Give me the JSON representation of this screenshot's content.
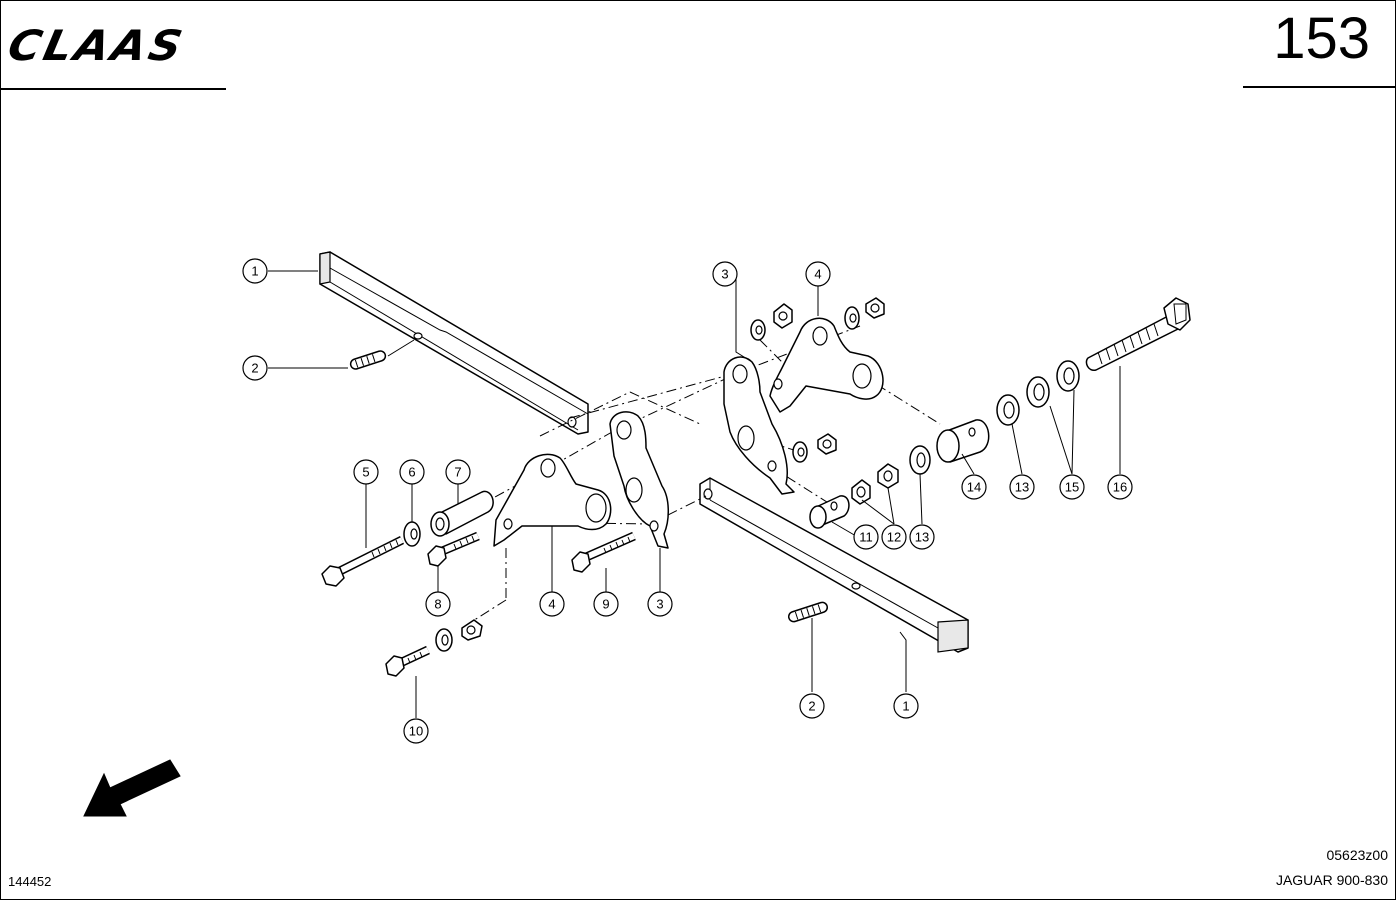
{
  "header": {
    "brand": "CLAAS",
    "page_number": "153"
  },
  "footer": {
    "doc_number": "144452",
    "drawing_code": "05623z00",
    "model": "JAGUAR 900-830"
  },
  "callouts": [
    {
      "id": "c1a",
      "label": "1"
    },
    {
      "id": "c2a",
      "label": "2"
    },
    {
      "id": "c3a",
      "label": "3"
    },
    {
      "id": "c4a",
      "label": "4"
    },
    {
      "id": "c5",
      "label": "5"
    },
    {
      "id": "c6",
      "label": "6"
    },
    {
      "id": "c7",
      "label": "7"
    },
    {
      "id": "c8",
      "label": "8"
    },
    {
      "id": "c4b",
      "label": "4"
    },
    {
      "id": "c9",
      "label": "9"
    },
    {
      "id": "c3b",
      "label": "3"
    },
    {
      "id": "c10",
      "label": "10"
    },
    {
      "id": "c11",
      "label": "11"
    },
    {
      "id": "c12",
      "label": "12"
    },
    {
      "id": "c13a",
      "label": "13"
    },
    {
      "id": "c14",
      "label": "14"
    },
    {
      "id": "c13b",
      "label": "13"
    },
    {
      "id": "c15",
      "label": "15"
    },
    {
      "id": "c16",
      "label": "16"
    },
    {
      "id": "c2b",
      "label": "2"
    },
    {
      "id": "c1b",
      "label": "1"
    }
  ]
}
